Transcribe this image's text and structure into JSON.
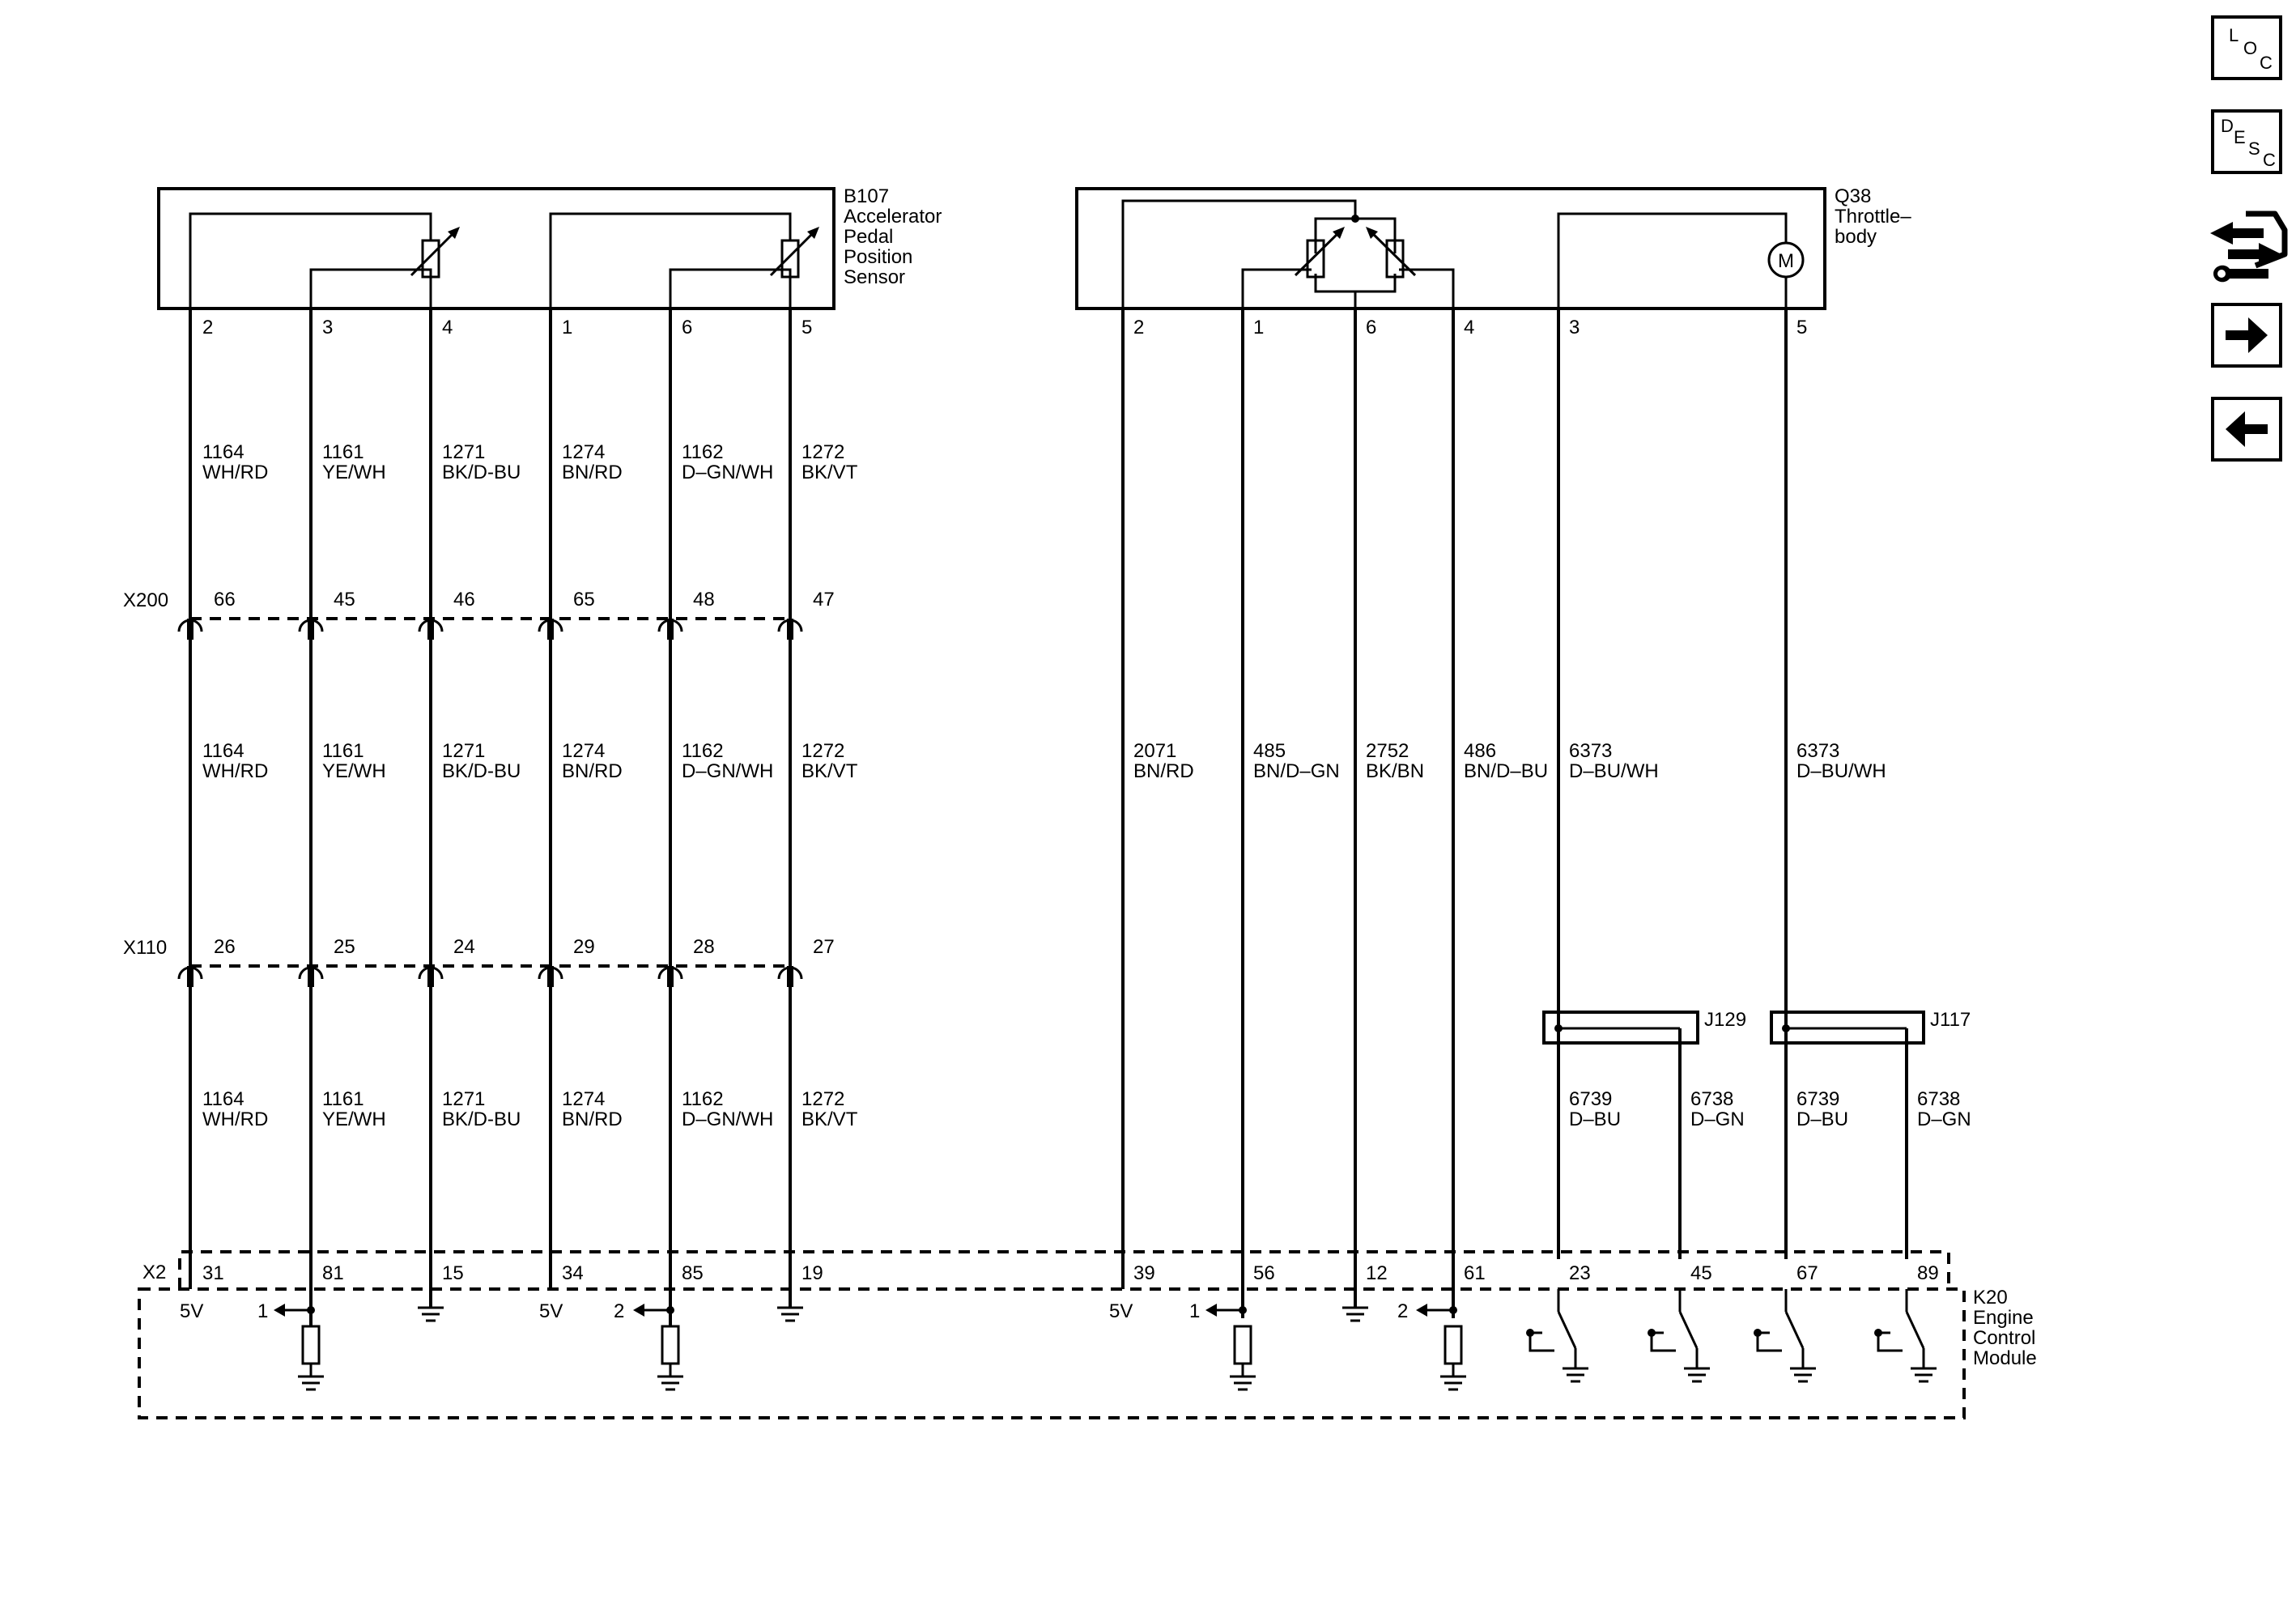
{
  "components": {
    "b107": {
      "ref": "B107",
      "lines": [
        "Accelerator",
        "Pedal",
        "Position",
        "Sensor"
      ]
    },
    "q38": {
      "ref": "Q38",
      "lines": [
        "Throttle–",
        "body"
      ]
    },
    "k20": {
      "ref": "K20",
      "lines": [
        "Engine",
        "Control",
        "Module"
      ]
    },
    "j129": "J129",
    "j117": "J117"
  },
  "connectors": {
    "x200": "X200",
    "x110": "X110",
    "x2": "X2"
  },
  "apps_circuits": [
    {
      "sensor_pin": "2",
      "x200_pin": "66",
      "x110_pin": "26",
      "ecm_pin": "31",
      "circuit": "1164",
      "color": "WH/RD"
    },
    {
      "sensor_pin": "3",
      "x200_pin": "45",
      "x110_pin": "25",
      "ecm_pin": "81",
      "circuit": "1161",
      "color": "YE/WH"
    },
    {
      "sensor_pin": "4",
      "x200_pin": "46",
      "x110_pin": "24",
      "ecm_pin": "15",
      "circuit": "1271",
      "color": "BK/D-BU"
    },
    {
      "sensor_pin": "1",
      "x200_pin": "65",
      "x110_pin": "29",
      "ecm_pin": "34",
      "circuit": "1274",
      "color": "BN/RD"
    },
    {
      "sensor_pin": "6",
      "x200_pin": "48",
      "x110_pin": "28",
      "ecm_pin": "85",
      "circuit": "1162",
      "color": "D–GN/WH"
    },
    {
      "sensor_pin": "5",
      "x200_pin": "47",
      "x110_pin": "27",
      "ecm_pin": "19",
      "circuit": "1272",
      "color": "BK/VT"
    }
  ],
  "throttle_circuits": [
    {
      "pin": "2",
      "ecm_pin": "39",
      "circuit": "2071",
      "color": "BN/RD"
    },
    {
      "pin": "1",
      "ecm_pin": "56",
      "circuit": "485",
      "color": "BN/D–GN"
    },
    {
      "pin": "6",
      "ecm_pin": "12",
      "circuit": "2752",
      "color": "BK/BN"
    },
    {
      "pin": "4",
      "ecm_pin": "61",
      "circuit": "486",
      "color": "BN/D–BU"
    },
    {
      "pin": "3",
      "circuit": "6373",
      "color": "D–BU/WH"
    },
    {
      "pin": "5",
      "circuit": "6373",
      "color": "D–BU/WH"
    }
  ],
  "splice_circuits": [
    {
      "ecm_pin": "23",
      "circuit": "6739",
      "color": "D–BU"
    },
    {
      "ecm_pin": "45",
      "circuit": "6738",
      "color": "D–GN"
    },
    {
      "ecm_pin": "67",
      "circuit": "6739",
      "color": "D–BU"
    },
    {
      "ecm_pin": "89",
      "circuit": "6738",
      "color": "D–GN"
    }
  ],
  "ecm_labels": {
    "v5": "5V",
    "ref1": "1",
    "ref2": "2"
  },
  "motor_symbol": "M",
  "nav": {
    "loc": [
      "L",
      "O",
      "C"
    ],
    "desc": [
      "D",
      "E",
      "S",
      "C"
    ]
  },
  "icons": {
    "tools": "connector-tools-icon",
    "next": "arrow-right-icon",
    "prev": "arrow-left-icon"
  }
}
